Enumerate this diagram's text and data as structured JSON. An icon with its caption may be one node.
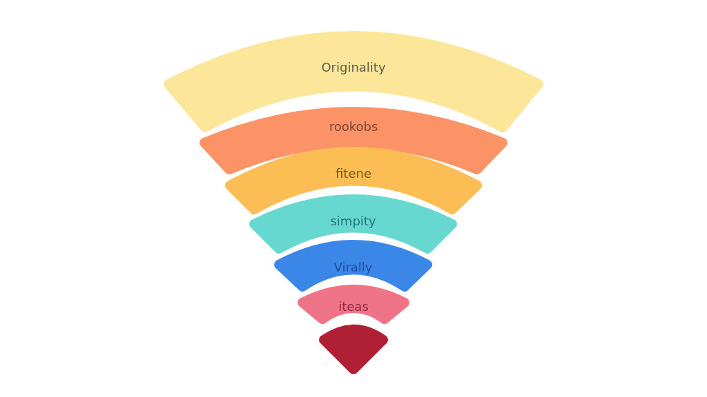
{
  "diagram": {
    "nodes": [
      {
        "text": [
          "Originality"
        ]
      },
      {
        "text": [
          "rookobs"
        ]
      },
      {
        "text": [
          "fitene"
        ]
      },
      {
        "text": [
          "simpity"
        ]
      },
      {
        "text": [
          "Virally"
        ]
      },
      {
        "text": [
          "iteas"
        ]
      },
      {
        "text": [],
        "shape": "triangle"
      }
    ]
  }
}
